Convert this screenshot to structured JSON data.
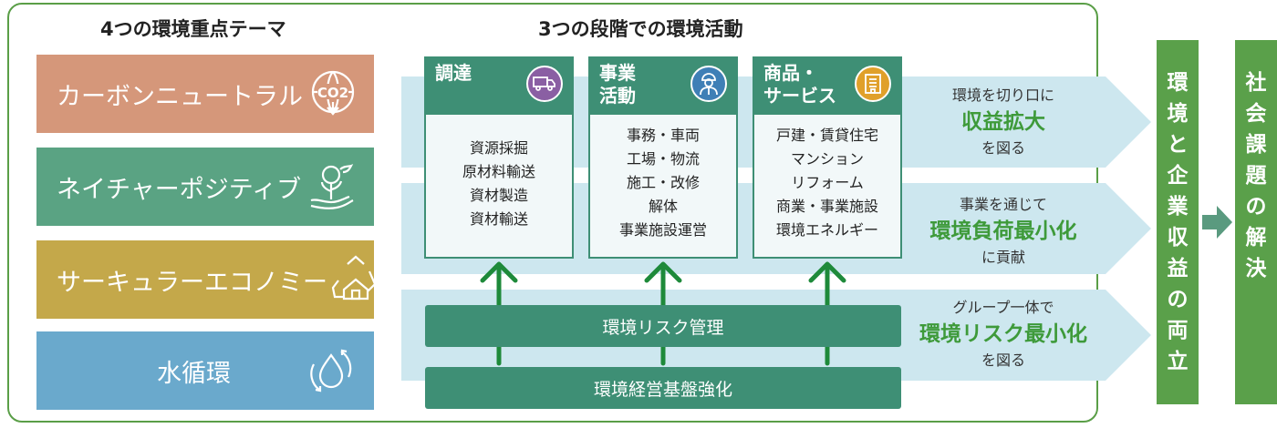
{
  "left": {
    "heading": "4つの環境重点テーマ",
    "themes": [
      {
        "label": "カーボンニュートラル",
        "icon": "co2-globe-icon",
        "color": "#d5977a"
      },
      {
        "label": "ネイチャーポジティブ",
        "icon": "plant-hand-icon",
        "color": "#5aa383"
      },
      {
        "label": "サーキュラーエコノミー",
        "icon": "recycle-house-icon",
        "color": "#c4a84a"
      },
      {
        "label": "水循環",
        "icon": "water-drop-cycle-icon",
        "color": "#6aa9cc"
      }
    ]
  },
  "center": {
    "heading": "3つの段階での環境活動",
    "stages": [
      {
        "title_lines": [
          "調達"
        ],
        "icon": "truck-icon",
        "icon_color": "#8a5fa3",
        "items": [
          "資源採掘",
          "原材料輸送",
          "資材製造",
          "資材輸送"
        ]
      },
      {
        "title_lines": [
          "事業",
          "活動"
        ],
        "icon": "worker-icon",
        "icon_color": "#3f7fb6",
        "items": [
          "事務・車両",
          "工場・物流",
          "施工・改修",
          "解体",
          "事業施設運営"
        ]
      },
      {
        "title_lines": [
          "商品・",
          "サービス"
        ],
        "icon": "building-icon",
        "icon_color": "#e0a02a",
        "items": [
          "戸建・賃貸住宅",
          "マンション",
          "リフォーム",
          "商業・事業施設",
          "環境エネルギー"
        ]
      }
    ],
    "bars": [
      "環境リスク管理",
      "環境経営基盤強化"
    ]
  },
  "effects": [
    {
      "top": "環境を切り口に",
      "emphasis": "収益拡大",
      "bottom": "を図る"
    },
    {
      "top": "事業を通じて",
      "emphasis": "環境負荷最小化",
      "bottom": "に貢献"
    },
    {
      "top": "グループ一体で",
      "emphasis": "環境リスク最小化",
      "bottom": "を図る"
    }
  ],
  "outcomes": {
    "first": [
      "環",
      "境",
      "と",
      "企",
      "業",
      "収",
      "益",
      "の",
      "両",
      "立"
    ],
    "second": [
      "社",
      "会",
      "課",
      "題",
      "の",
      "解",
      "決"
    ]
  },
  "colors": {
    "frame": "#5a9e47",
    "stage_green": "#3e8f75",
    "band": "#cde7ef",
    "emphasis": "#3e9a3a",
    "outcome": "#5aa04a"
  }
}
